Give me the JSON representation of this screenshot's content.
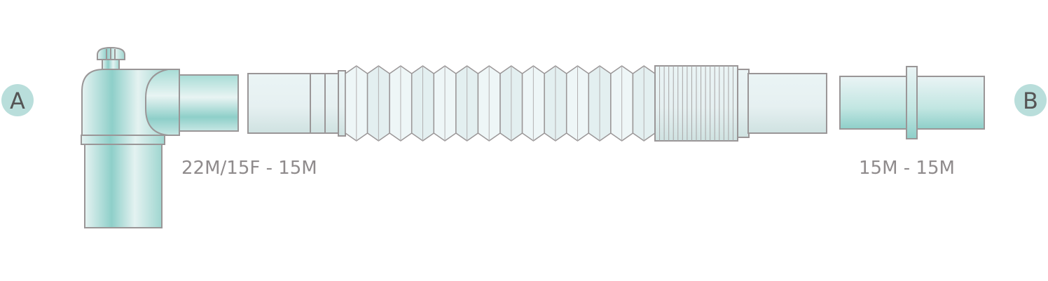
{
  "endpoints": {
    "a": "A",
    "b": "B"
  },
  "labels": {
    "elbow": "22M/15F - 15M",
    "adapter": "15M - 15M"
  },
  "colors": {
    "badge": "#b9dedb",
    "teal": "#8ecfc9",
    "pale": "#e9f3f4",
    "outline": "#9a9697",
    "text": "#8f8b8c"
  },
  "bellows_folds": 14,
  "rib_count": 18
}
